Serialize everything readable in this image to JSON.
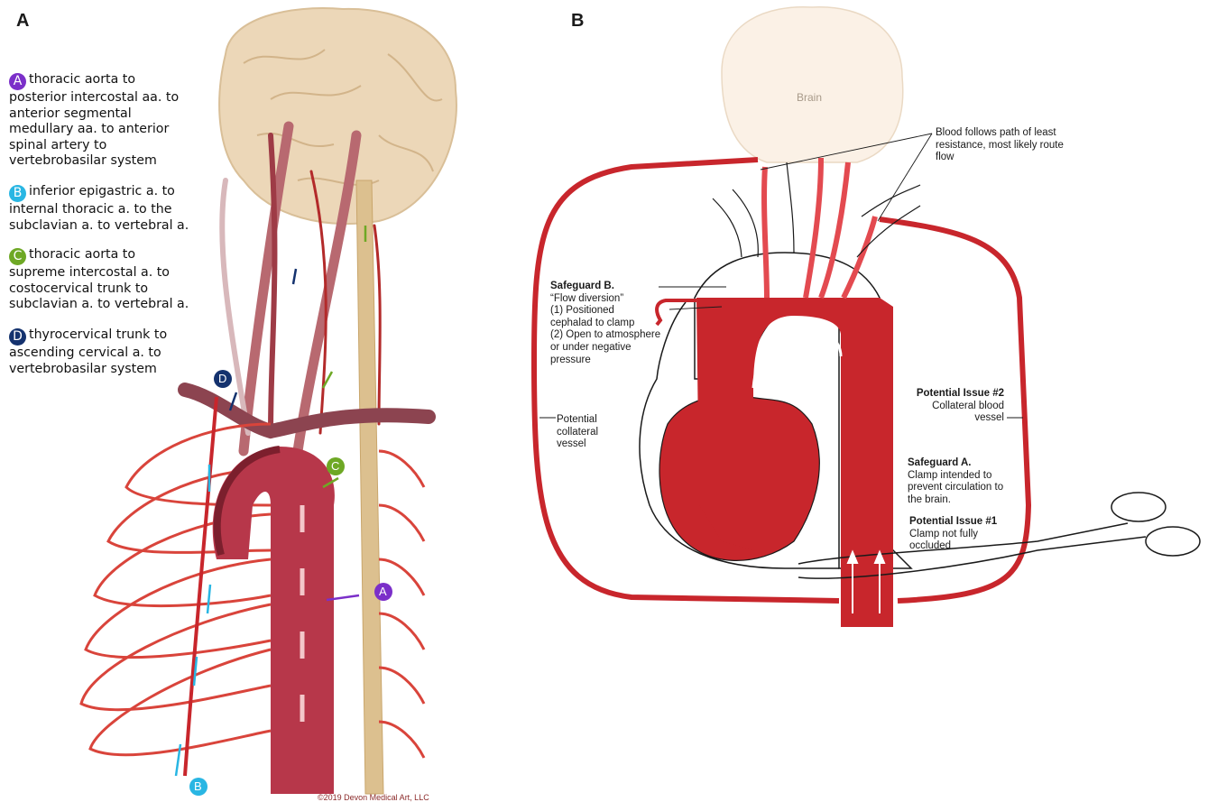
{
  "panel_a": {
    "label": "A",
    "routes": [
      {
        "badge": "A",
        "color": "#7b2fc9",
        "text": "thoracic aorta to posterior intercostal aa. to anterior segmental medullary aa. to  anterior spinal artery to vertebrobasilar system"
      },
      {
        "badge": "B",
        "color": "#29b6e3",
        "text": "inferior epigastric a. to internal thoracic a. to the subclavian a. to vertebral a."
      },
      {
        "badge": "C",
        "color": "#6ea825",
        "text": "thoracic aorta to supreme intercostal a. to costocervical trunk to subclavian a. to vertebral a."
      },
      {
        "badge": "D",
        "color": "#14326e",
        "text": "thyrocervical trunk to ascending cervical a. to vertebrobasilar system"
      }
    ],
    "credit": "©2019 Devon Medical Art, LLC"
  },
  "panel_b": {
    "label": "B",
    "brain": "Brain",
    "flow_note": "Blood follows path of least resistance, most likely route flow",
    "safeguard_b": {
      "title": "Safeguard B.",
      "lines": [
        "“Flow diversion”",
        "(1) Positioned",
        "cephalad to clamp",
        "(2) Open to atmosphere",
        "or under negative",
        "pressure"
      ]
    },
    "potential_collateral": [
      "Potential",
      "collateral",
      "vessel"
    ],
    "issue2": {
      "title": "Potential Issue #2",
      "lines": [
        "Collateral blood",
        "vessel"
      ]
    },
    "safeguard_a": {
      "title": "Safeguard A.",
      "lines": [
        "Clamp intended to",
        "prevent circulation to",
        "the brain."
      ]
    },
    "issue1": {
      "title": "Potential Issue #1",
      "lines": [
        "Clamp not fully",
        "occluded"
      ]
    }
  },
  "colors": {
    "artery": "#c8262c",
    "aorta_a": "#b7374a",
    "brain_fill": "#ecd7b8",
    "nerve": "#dcc08f",
    "rib": "#d9443b"
  }
}
